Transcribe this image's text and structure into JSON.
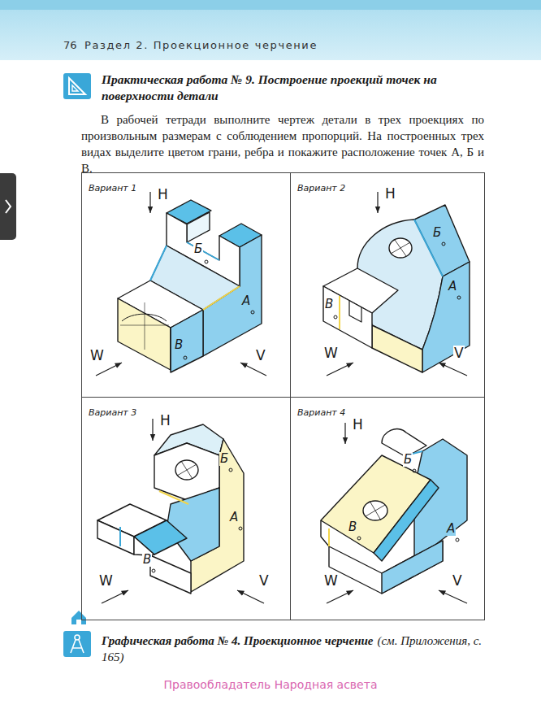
{
  "diagram": {
    "title": "Практическая работа № 9. Построение проекций точек на поверхности детали",
    "nodes": [
      {
        "text": [
          "Вариант 1"
        ]
      },
      {
        "text": [
          "Вариант 2"
        ]
      },
      {
        "text": [
          "Вариант 3"
        ]
      },
      {
        "text": [
          "Вариант 4"
        ]
      }
    ],
    "labels": [
      "76",
      "Раздел 2. Проекционное черчение",
      "В рабочей тетради выполните чертеж детали в трех проекциях по произвольным размерам с соблюдением пропорций. На построенных трех видах выделите цветом грани, ребра и покажите расположение точек А, Б и В.",
      "H",
      "Б",
      "А",
      "В",
      "W",
      "V",
      "H",
      "Б",
      "А",
      "В",
      "W",
      "V",
      "H",
      "Б",
      "А",
      "В",
      "W",
      "V",
      "H",
      "Б",
      "А",
      "В",
      "W",
      "V",
      "Графическая работа № 4. Проекционное черчение",
      "(см. Приложения, с. 165)",
      "Правообладатель Народная асвета"
    ]
  }
}
